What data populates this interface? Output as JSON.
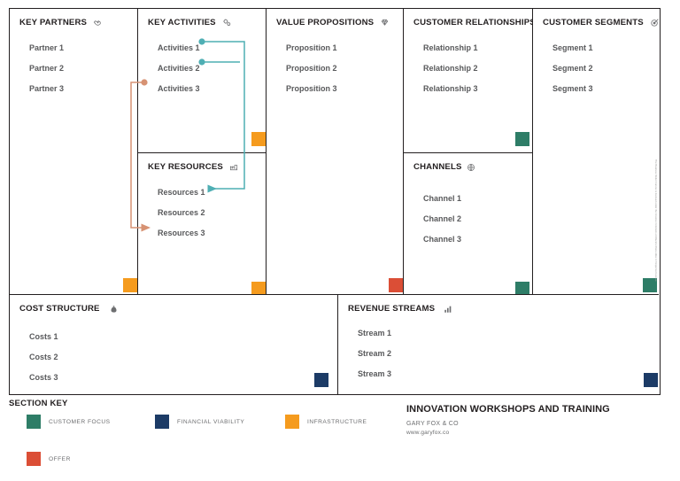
{
  "canvas": {
    "blocks": [
      {
        "key": "key-partners",
        "title": "KEY PARTNERS",
        "icon": "handshake-icon",
        "items": [
          "Partner 1",
          "Partner 2",
          "Partner 3"
        ],
        "swatch_color": "#F59B1E",
        "swatch_category": "INFRASTRUCTURE"
      },
      {
        "key": "key-activities",
        "title": "KEY ACTIVITIES",
        "icon": "gears-icon",
        "items": [
          "Activities 1",
          "Activities 2",
          "Activities 3"
        ],
        "swatch_color": "#F59B1E",
        "swatch_category": "INFRASTRUCTURE"
      },
      {
        "key": "key-resources",
        "title": "KEY RESOURCES",
        "icon": "factory-icon",
        "items": [
          "Resources 1",
          "Resources 2",
          "Resources 3"
        ],
        "swatch_color": "#F59B1E",
        "swatch_category": "INFRASTRUCTURE"
      },
      {
        "key": "value-propositions",
        "title": "VALUE PROPOSITIONS",
        "icon": "diamond-icon",
        "items": [
          "Proposition 1",
          "Proposition 2",
          "Proposition 3"
        ],
        "swatch_color": "#DB4E36",
        "swatch_category": "OFFER"
      },
      {
        "key": "customer-relationships",
        "title": "CUSTOMER RELATIONSHIPS",
        "icon": "heart-icon",
        "items": [
          "Relationship 1",
          "Relationship 2",
          "Relationship 3"
        ],
        "swatch_color": "#2E7D67",
        "swatch_category": "CUSTOMER FOCUS"
      },
      {
        "key": "channels",
        "title": "CHANNELS",
        "icon": "globe-icon",
        "items": [
          "Channel 1",
          "Channel 2",
          "Channel 3"
        ],
        "swatch_color": "#2E7D67",
        "swatch_category": "CUSTOMER FOCUS"
      },
      {
        "key": "customer-segments",
        "title": "CUSTOMER SEGMENTS",
        "icon": "target-icon",
        "items": [
          "Segment 1",
          "Segment 2",
          "Segment 3"
        ],
        "swatch_color": "#2E7D67",
        "swatch_category": "CUSTOMER FOCUS"
      },
      {
        "key": "cost-structure",
        "title": "COST STRUCTURE",
        "icon": "money-bag-icon",
        "items": [
          "Costs 1",
          "Costs 2",
          "Costs 3"
        ],
        "swatch_color": "#1C3B66",
        "swatch_category": "FINANCIAL VIABILITY"
      },
      {
        "key": "revenue-streams",
        "title": "REVENUE STREAMS",
        "icon": "bar-chart-icon",
        "items": [
          "Stream 1",
          "Stream 2",
          "Stream 3"
        ],
        "swatch_color": "#1C3B66",
        "swatch_category": "FINANCIAL VIABILITY"
      }
    ],
    "attribution": "The Business Model Canvas is licensed under the Creative Commons Attribution-Share Alike 3.0 Unported License."
  },
  "connectors": {
    "teal_color": "#4FAFB4",
    "orange_color": "#D79273",
    "links": [
      {
        "from": "Activities 1",
        "to": "Resources 1",
        "color": "#4FAFB4"
      },
      {
        "from": "Activities 2",
        "to": "Resources 1",
        "color": "#4FAFB4"
      },
      {
        "from": "Activities 3",
        "to": "Resources 3",
        "color": "#D79273"
      }
    ]
  },
  "legend": {
    "title": "SECTION KEY",
    "entries": [
      {
        "label": "CUSTOMER FOCUS",
        "color": "#2E7D67"
      },
      {
        "label": "FINANCIAL VIABILITY",
        "color": "#1C3B66"
      },
      {
        "label": "INFRASTRUCTURE",
        "color": "#F59B1E"
      },
      {
        "label": "OFFER",
        "color": "#DB4E36"
      }
    ]
  },
  "branding": {
    "title": "INNOVATION WORKSHOPS AND TRAINING",
    "company": "GARY FOX & CO",
    "url": "www.garyfox.co"
  }
}
